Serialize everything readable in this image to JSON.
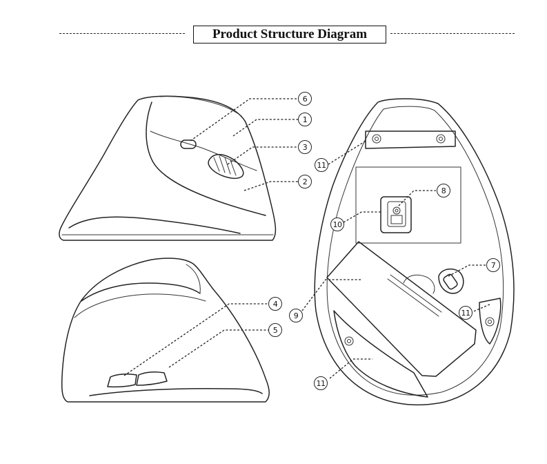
{
  "title": "Product Structure Diagram",
  "callouts": [
    "1",
    "2",
    "3",
    "4",
    "5",
    "6",
    "7",
    "8",
    "9",
    "10",
    "11",
    "11",
    "11"
  ]
}
